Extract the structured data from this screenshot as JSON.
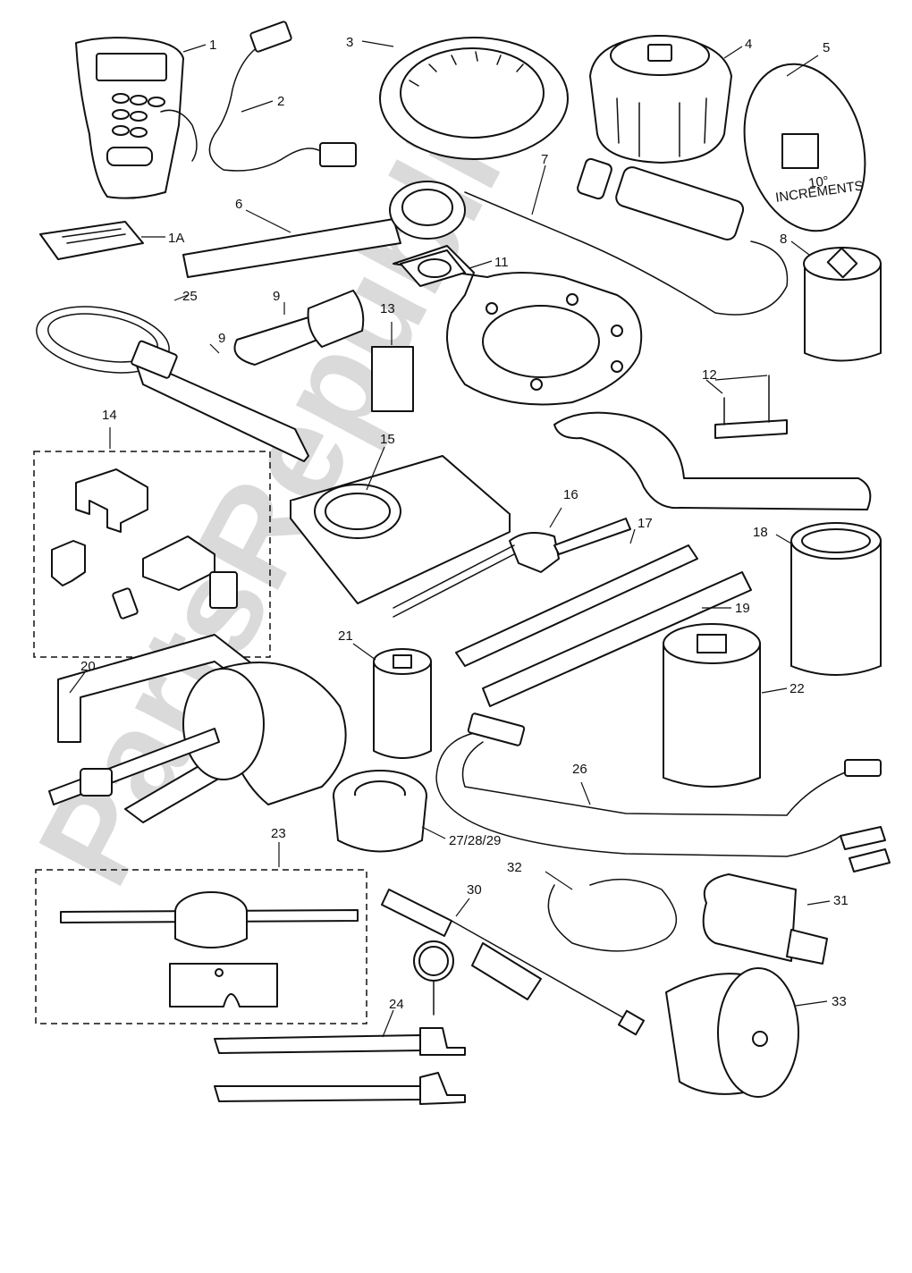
{
  "watermark": {
    "text": "PartsRepublik"
  },
  "callouts": {
    "c1": "1",
    "c1a": "1A",
    "c2": "2",
    "c3": "3",
    "c4": "4",
    "c5": "5",
    "c6": "6",
    "c7": "7",
    "c8": "8",
    "c9a": "9",
    "c9b": "9",
    "c11": "11",
    "c12": "12",
    "c13": "13",
    "c14": "14",
    "c15": "15",
    "c16": "16",
    "c17": "17",
    "c18": "18",
    "c19": "19",
    "c20": "20",
    "c21": "21",
    "c22": "22",
    "c23": "23",
    "c24": "24",
    "c25": "25",
    "c26": "26",
    "c27": "27/28/29",
    "c30": "30",
    "c31": "31",
    "c32": "32",
    "c33": "33"
  },
  "protractor": {
    "line1": "10°",
    "line2": "INCREMENTS"
  }
}
